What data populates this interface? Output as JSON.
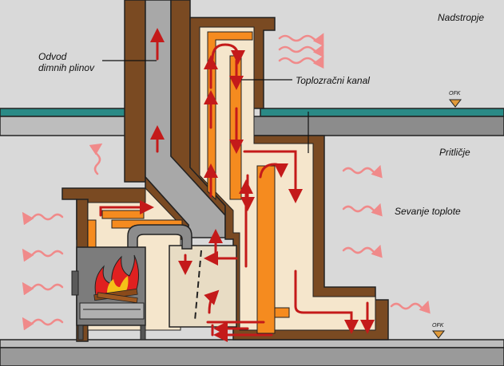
{
  "labels": {
    "upper_floor": "Nadstropje",
    "flue_line1": "Odvod",
    "flue_line2": "dimnih plinov",
    "warm_air_channel": "Toplozračni kanal",
    "ground_floor": "Pritličje",
    "heat_radiation": "Sevanje toplote",
    "floor_mark_upper": "OFK",
    "floor_mark_lower": "OFK"
  },
  "colors": {
    "background": "#d9d9d9",
    "brick": "#7a4a22",
    "flue_gray": "#a8a8a8",
    "warm_orange": "#f58b1f",
    "inner_cream": "#f5e6cc",
    "arrow_red": "#c41a1a",
    "heat_pink": "#f08a8a",
    "floor_teal": "#2a8a86",
    "slab_gray": "#8c8c8c",
    "marker": "#e09a3a"
  }
}
